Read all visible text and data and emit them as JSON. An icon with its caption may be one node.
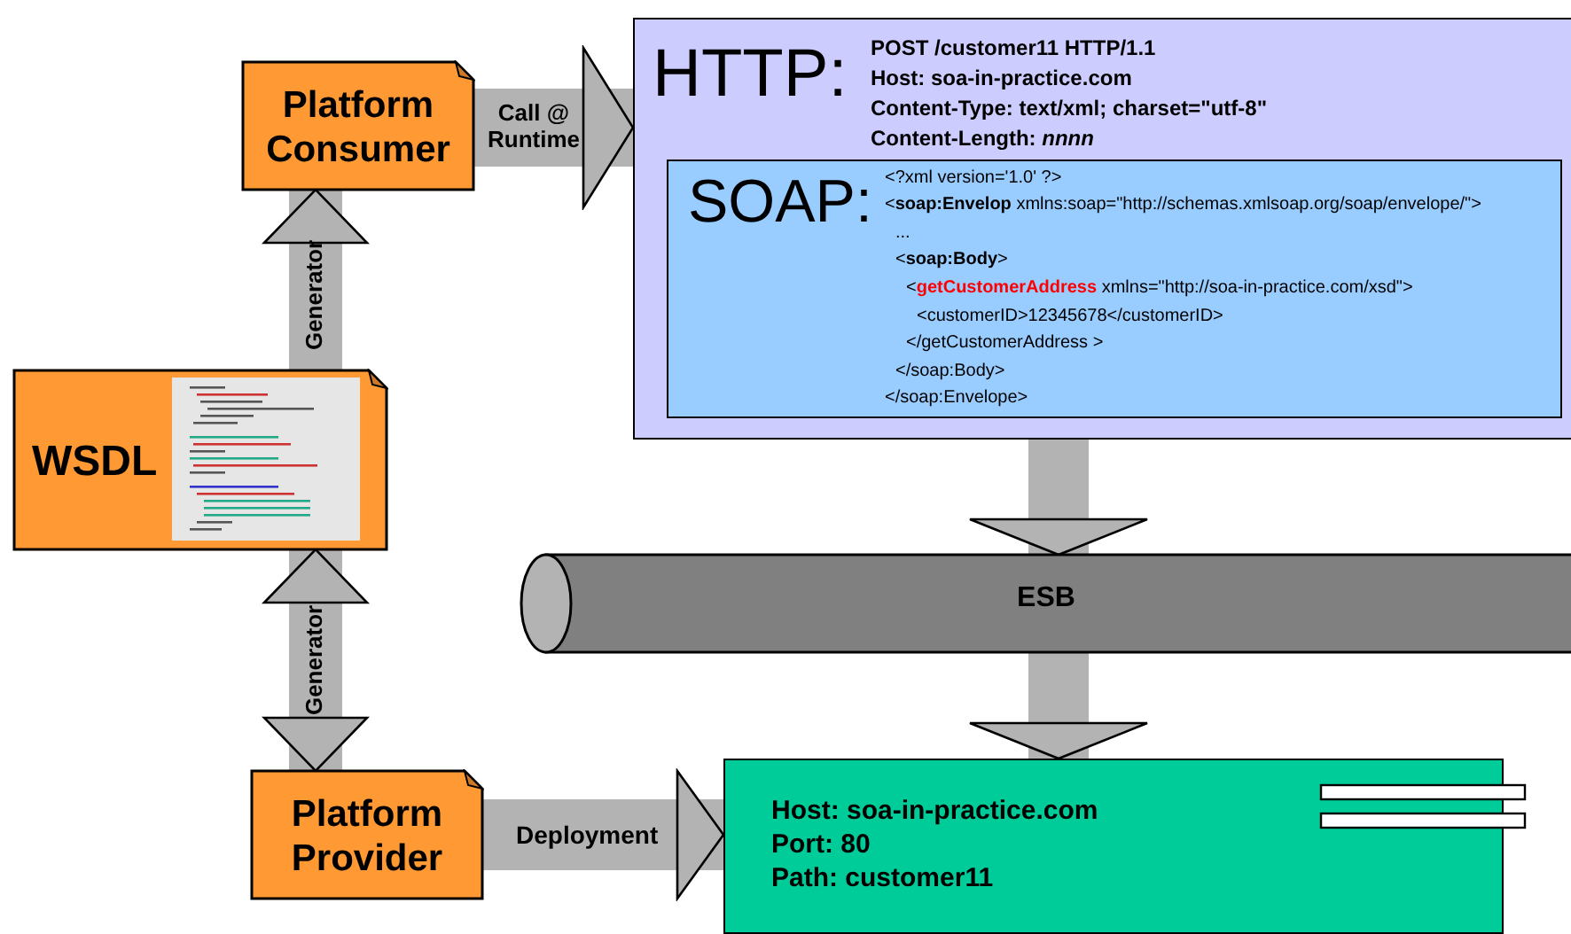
{
  "diagram": {
    "nodes": [
      {
        "text": [
          "Platform Consumer"
        ]
      },
      {
        "text": [
          "WSDL"
        ]
      },
      {
        "text": [
          "Platform Provider"
        ]
      },
      {
        "text": [
          "HTTP:",
          "POST /customer11 HTTP/1.1",
          "Host: soa-in-practice.com",
          "Content-Type: text/xml; charset=\"utf-8\"",
          "Content-Length: *nnnn*"
        ]
      },
      {
        "text": [
          "SOAP:",
          "<?xml version='1.0' ?>",
          "<**soap:Envelop** xmlns:soap=\"http://schemas.xmlsoap.org/soap/envelope/\">",
          "...",
          "<**soap:Body**>",
          "<**getCustomerAddress** xmlns=\"http://soa-in-practice.com/xsd\">",
          "<customerID>12345678</customerID>",
          "</getCustomerAddress >",
          "</soap:Body>",
          "</soap:Envelope>"
        ],
        "in": 3
      },
      {
        "text": [
          "ESB"
        ]
      },
      {
        "text": [
          "Host: soa-in-practice.com",
          "Port: 80",
          "Path: customer11"
        ]
      }
    ],
    "edges": [
      {
        "from": 1,
        "to": 0,
        "arrow": "to",
        "label": "Generator"
      },
      {
        "from": 0,
        "to": 3,
        "arrow": "to",
        "label": "Call @ Runtime"
      },
      {
        "from": 1,
        "to": 2,
        "arrow": "both",
        "label": "Generator"
      },
      {
        "from": 2,
        "to": 6,
        "arrow": "to",
        "label": "Deployment"
      },
      {
        "from": 3,
        "to": 5,
        "arrow": "to"
      },
      {
        "from": 5,
        "to": 6,
        "arrow": "to"
      }
    ]
  }
}
